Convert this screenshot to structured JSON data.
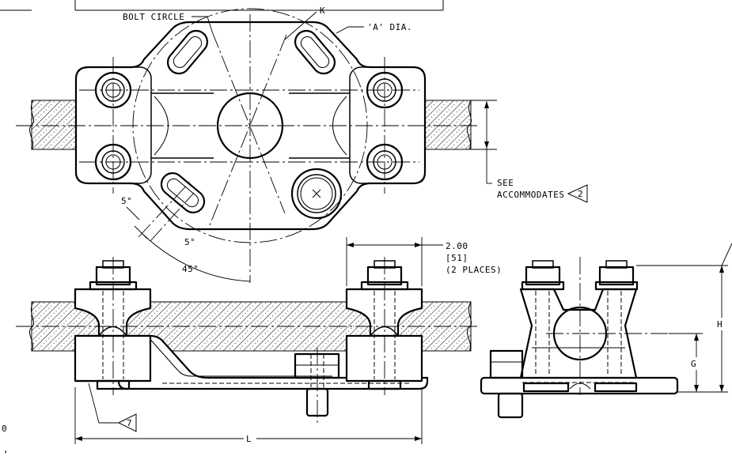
{
  "labels": {
    "bolt_circle": "BOLT CIRCLE",
    "k": "K",
    "a_dia": "'A' DIA.",
    "see": "SEE",
    "accommodates": "ACCOMMODATES",
    "note_2": "2",
    "angle_5a": "5°",
    "angle_5b": "5°",
    "angle_45": "45°",
    "dim_200": "2.00",
    "dim_51": "[51]",
    "places": "(2 PLACES)",
    "note_7": "7",
    "dim_l": "L",
    "dim_g": "G",
    "dim_h": "H"
  },
  "margin_marks": {
    "left_1": "0",
    "left_2": ","
  }
}
